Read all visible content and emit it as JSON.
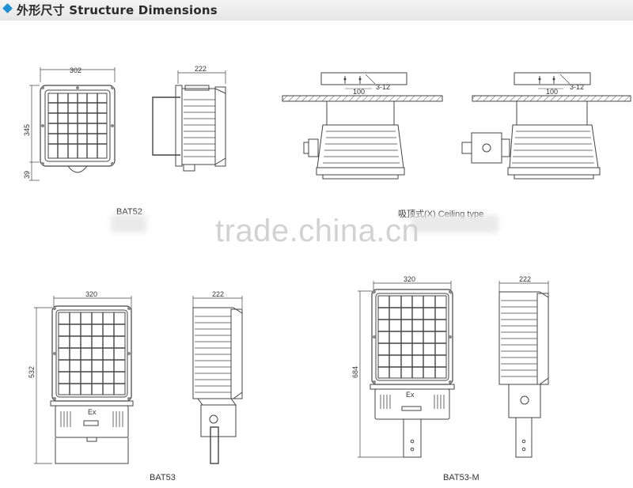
{
  "header": {
    "title": "外形尺寸 Structure Dimensions"
  },
  "watermark": "trade.china.cn",
  "top": {
    "bat52": {
      "label": "BAT52",
      "front_width": "302",
      "front_height": "345",
      "bottom_height": "39",
      "side_depth": "222"
    },
    "ceiling": {
      "label": "吸顶式(X) Ceiling type",
      "left_spacing": "100",
      "left_thread": "3-12",
      "right_spacing": "100",
      "right_thread": "3-12"
    }
  },
  "bottom": {
    "bat53": {
      "label": "BAT53",
      "front_width": "320",
      "front_height": "532",
      "side_depth": "222",
      "badge": "Ex"
    },
    "bat53m": {
      "label": "BAT53-M",
      "front_width": "320",
      "front_height": "684",
      "side_depth": "222",
      "badge": "Ex"
    }
  }
}
